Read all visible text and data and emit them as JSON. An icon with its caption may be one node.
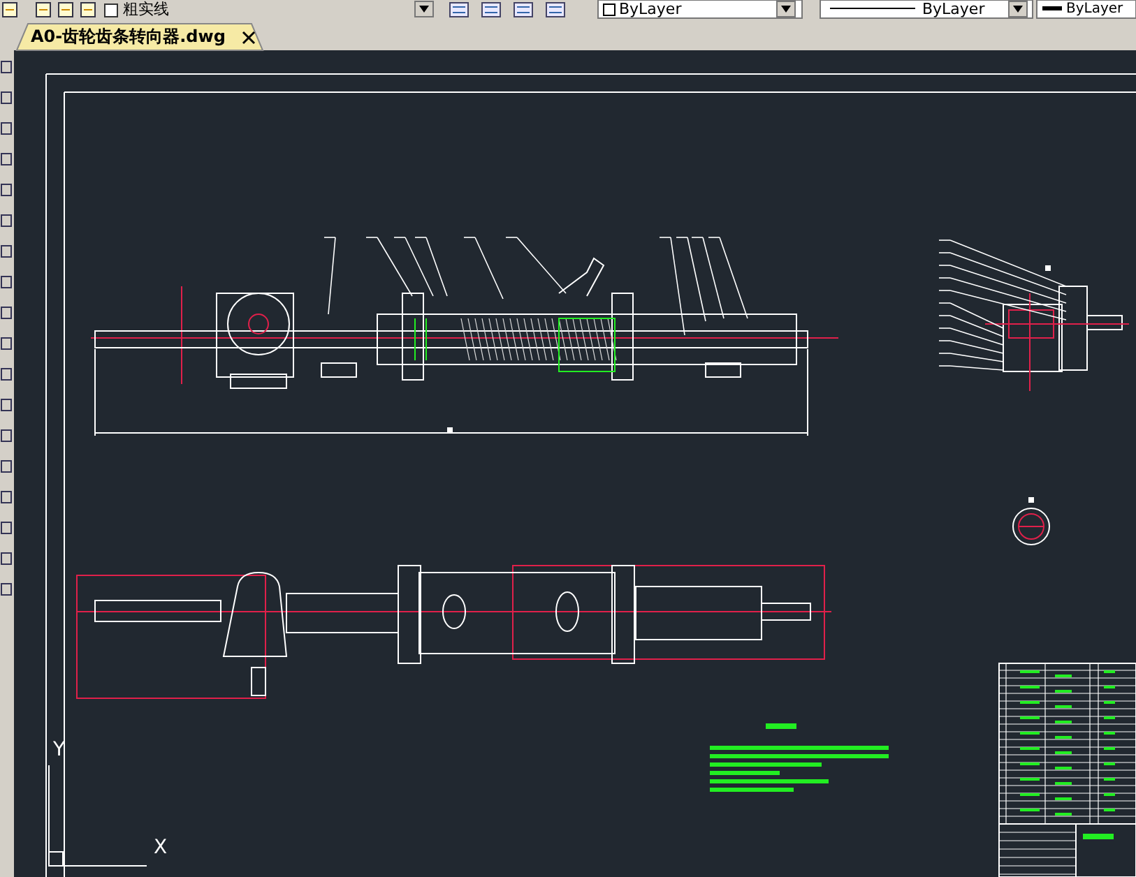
{
  "diagram": {
    "labels": [
      "粗实线",
      "ByLayer",
      "ByLayer",
      "ByLayer",
      "A0-齿轮齿条转向器.dwg",
      "Y",
      "X"
    ]
  }
}
